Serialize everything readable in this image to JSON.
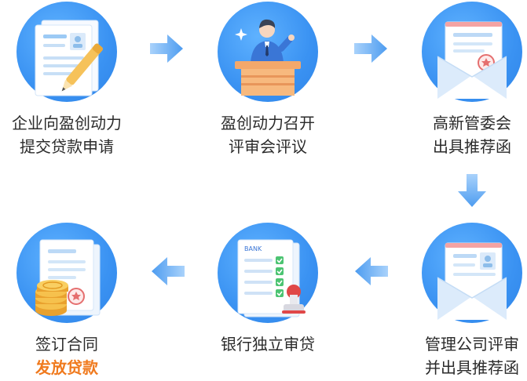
{
  "steps": [
    {
      "id": "apply",
      "line1": "企业向盈创动力",
      "line2": "提交贷款申请"
    },
    {
      "id": "review",
      "line1": "盈创动力召开",
      "line2": "评审会评议"
    },
    {
      "id": "recommend",
      "line1": "高新管委会",
      "line2": "出具推荐函"
    },
    {
      "id": "committee",
      "line1": "管理公司评审",
      "line2": "并出具推荐函"
    },
    {
      "id": "bank",
      "line1": "银行独立审贷",
      "line2": ""
    },
    {
      "id": "sign",
      "line1": "签订合同",
      "line2": "发放贷款"
    }
  ],
  "bank_card_label": "BANK",
  "colors": {
    "circle": "#3a92f2",
    "arrow": "#5aa6f2",
    "highlight": "#f07a1e",
    "text": "#2b2b2b"
  }
}
